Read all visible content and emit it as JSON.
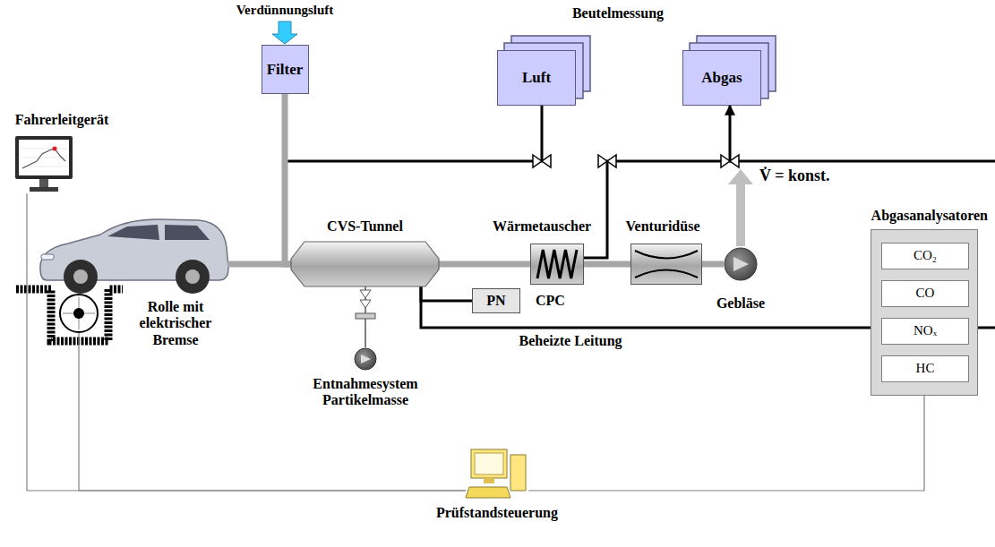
{
  "diagram": {
    "nodes": [
      {
        "text": [
          "Fahrerleitgerät"
        ]
      },
      {
        "text": [
          "Filter"
        ]
      },
      {
        "text": [
          "Luft"
        ]
      },
      {
        "text": [
          "Abgas"
        ]
      },
      {
        "text": [
          "CVS-Tunnel"
        ]
      },
      {
        "text": [
          "Wärmetauscher"
        ]
      },
      {
        "text": [
          "Venturidüse"
        ]
      },
      {
        "text": [
          "Gebläse"
        ]
      },
      {
        "text": [
          "PN"
        ]
      },
      {
        "text": [
          "Abgasanalysatoren"
        ]
      },
      {
        "text": [
          "CO₂"
        ],
        "in": 9
      },
      {
        "text": [
          "CO"
        ],
        "in": 9
      },
      {
        "text": [
          "NOₓ"
        ],
        "in": 9
      },
      {
        "text": [
          "HC"
        ],
        "in": 9
      },
      {
        "text": [
          "Rolle mit elektrischer Bremse"
        ]
      },
      {
        "text": [
          "Entnahmesystem Partikelmasse"
        ]
      },
      {
        "text": [
          "Prüfstandsteuerung"
        ]
      }
    ],
    "edges": [
      {
        "from": 1,
        "to": 4,
        "arrow": "none"
      },
      {
        "from": 4,
        "to": 5,
        "arrow": "none"
      },
      {
        "from": 5,
        "to": 6,
        "arrow": "none"
      },
      {
        "from": 6,
        "to": 7,
        "arrow": "none"
      },
      {
        "from": 4,
        "to": 15,
        "arrow": "none"
      },
      {
        "from": 4,
        "to": 8,
        "arrow": "none"
      },
      {
        "from": 4,
        "to": 9,
        "label": "Beheizte Leitung",
        "arrow": "none"
      },
      {
        "from": 5,
        "to": 3,
        "arrow": "to"
      },
      {
        "from": 1,
        "to": 2,
        "arrow": "none"
      },
      {
        "from": 0,
        "to": 16,
        "arrow": "none"
      },
      {
        "from": 14,
        "to": 16,
        "arrow": "none"
      },
      {
        "from": 9,
        "to": 16,
        "arrow": "none"
      }
    ],
    "labels": [
      "Verdünnungsluft",
      "Beutelmessung",
      "V̇ = konst.",
      "CPC"
    ]
  }
}
